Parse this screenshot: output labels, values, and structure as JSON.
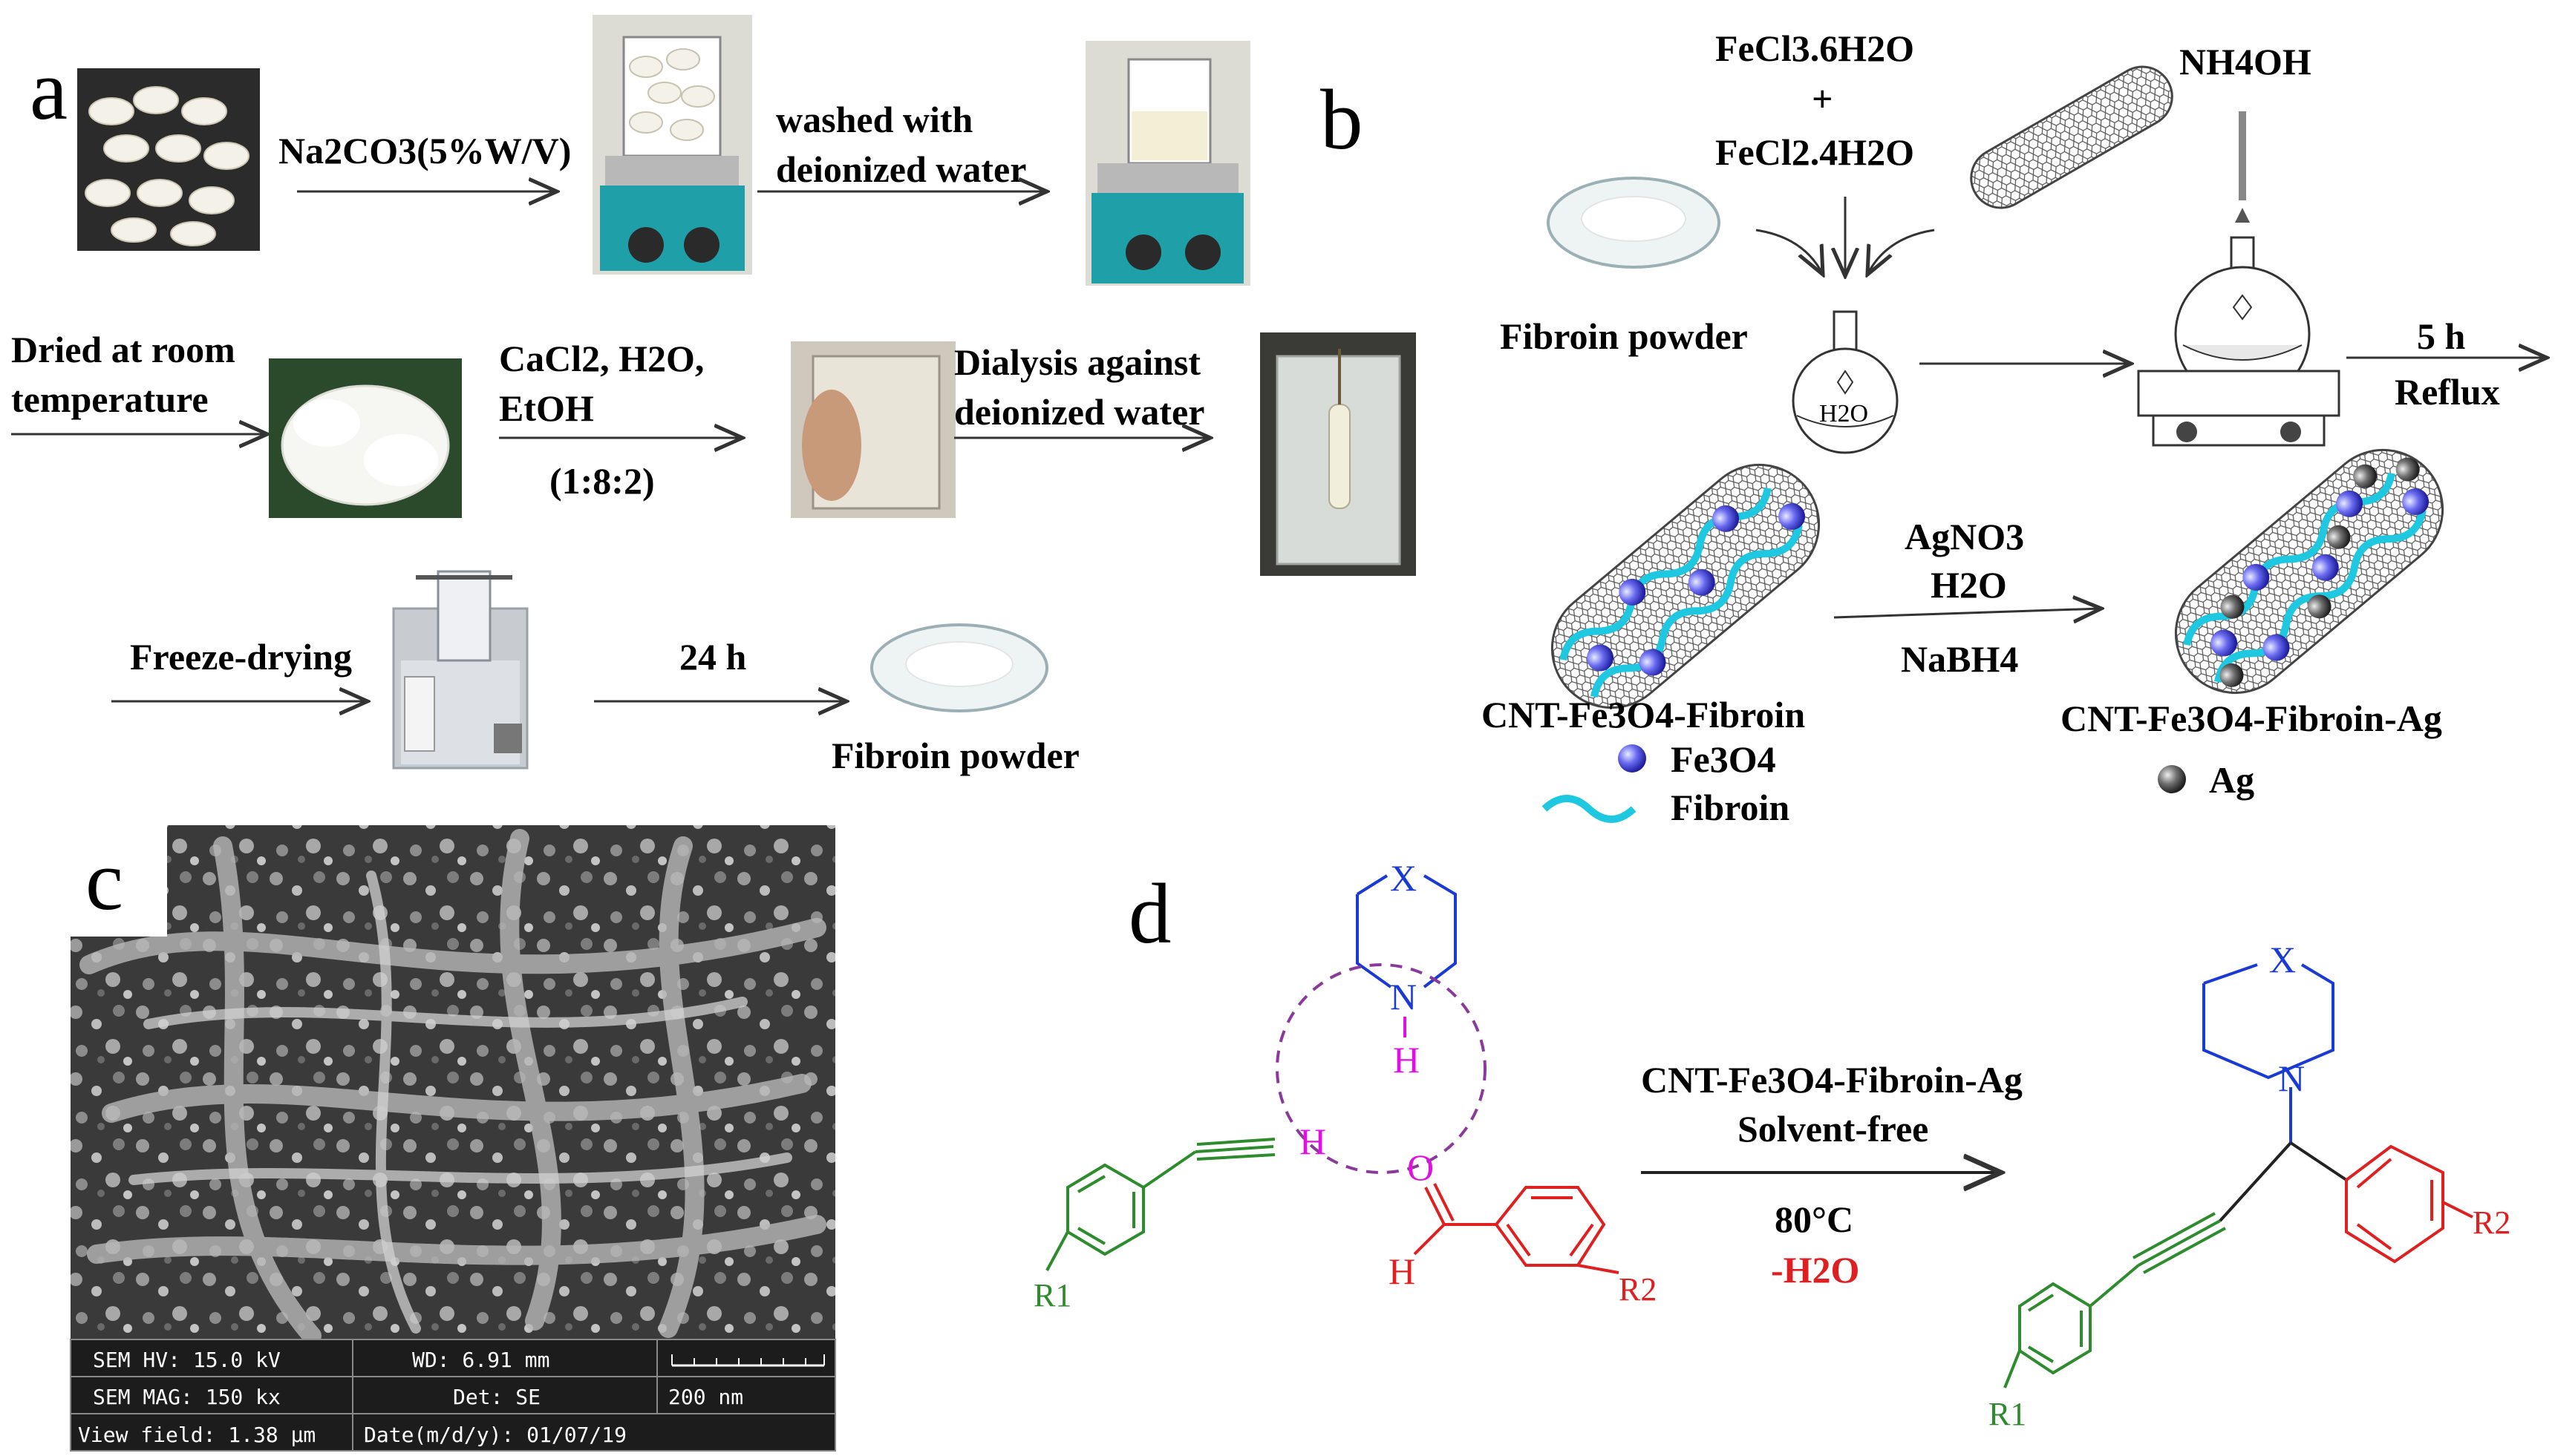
{
  "panels": {
    "a": {
      "letter": "a",
      "reagent1": "Na2CO3(5%W/V)",
      "wash_line1": "washed with",
      "wash_line2": "deionized water",
      "dried_line1": "Dried at room",
      "dried_line2": "temperature",
      "solvent_line1": "CaCl2, H2O,",
      "solvent_line2": "EtOH",
      "ratio": "(1:8:2)",
      "dialysis_line1": "Dialysis against",
      "dialysis_line2": "deionized water",
      "freeze": "Freeze-drying",
      "time": "24 h",
      "product": "Fibroin powder"
    },
    "b": {
      "letter": "b",
      "reagent_iron3": "FeCl3.6H2O",
      "plus": "+",
      "reagent_iron2": "FeCl2.4H2O",
      "base": "NH4OH",
      "fibroin": "Fibroin powder",
      "flask_label": "H2O",
      "time": "5 h",
      "condition": "Reflux",
      "reagent_ag": "AgNO3",
      "water": "H2O",
      "reducer": "NaBH4",
      "product1": "CNT-Fe3O4-Fibroin",
      "product2": "CNT-Fe3O4-Fibroin-Ag",
      "legend_fe3o4": "Fe3O4",
      "legend_fibroin": "Fibroin",
      "legend_ag": "Ag"
    },
    "c": {
      "letter": "c",
      "info_row1": [
        "SEM HV: 15.0 kV",
        "WD: 6.91 mm"
      ],
      "info_row2": [
        "SEM MAG: 150 kx",
        "Det: SE",
        "200 nm"
      ],
      "info_row3": [
        "View field: 1.38 μm",
        "Date(m/d/y): 01/07/19"
      ]
    },
    "d": {
      "letter": "d",
      "atom_x": "X",
      "atom_n": "N",
      "atom_h": "H",
      "atom_o": "O",
      "sub_r1": "R1",
      "sub_r2": "R2",
      "catalyst": "CNT-Fe3O4-Fibroin-Ag",
      "solvent": "Solvent-free",
      "temperature": "80°C",
      "byproduct": "-H2O"
    }
  },
  "colors": {
    "text": "#1a1a1a",
    "green": "#2e8b2e",
    "red": "#e02020",
    "blue": "#1a3ad8",
    "magenta": "#e010e0",
    "purple": "#8a3a9a",
    "cyan": "#1ec8e0"
  }
}
